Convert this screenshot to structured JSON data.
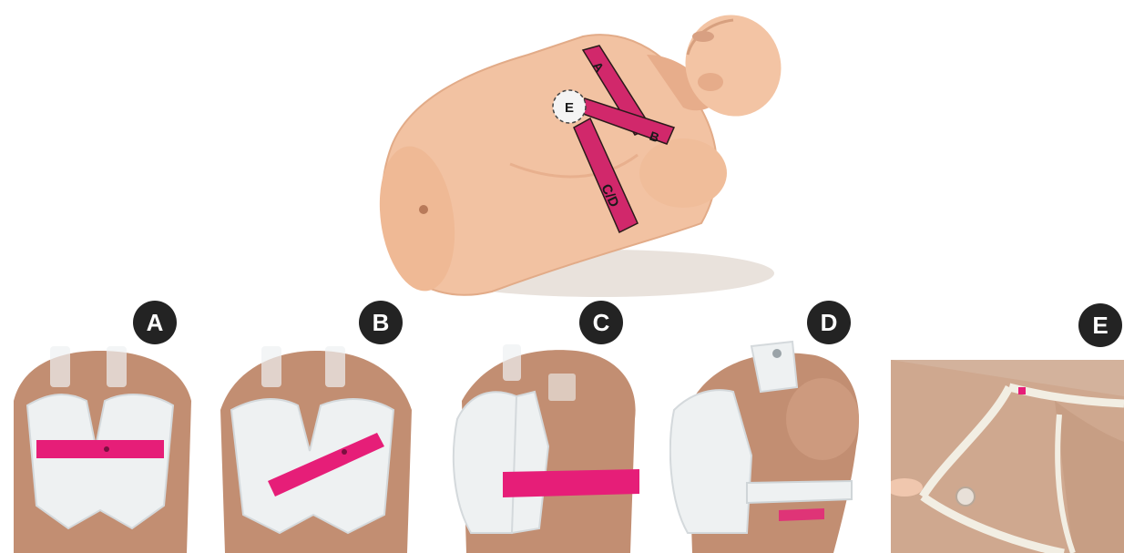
{
  "main_figure": {
    "strap_labels": [
      "A",
      "B",
      "C/D"
    ],
    "sensor_label": "E",
    "colors": {
      "skin": "#f2c2a2",
      "strap": "#d1286b",
      "shadow": "#d9a684"
    }
  },
  "panels": [
    {
      "label": "A",
      "view": "front, horizontal chest strap"
    },
    {
      "label": "B",
      "view": "front, diagonal strap"
    },
    {
      "label": "C",
      "view": "three-quarter, lower strap"
    },
    {
      "label": "D",
      "view": "side, strap around torso"
    },
    {
      "label": "E",
      "view": "close-up, back strap with sensor"
    }
  ],
  "colors": {
    "badge": "#232323",
    "vest": "#eef1f2",
    "torso": "#c28e72"
  }
}
